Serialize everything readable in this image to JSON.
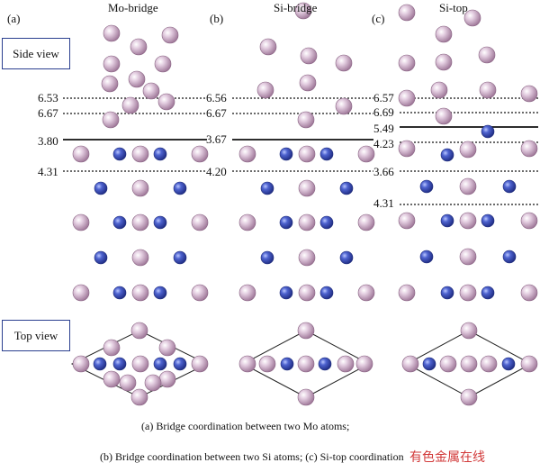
{
  "panels": [
    {
      "letter": "(a)",
      "title": "Mo-bridge"
    },
    {
      "letter": "(b)",
      "title": "Si-bridge"
    },
    {
      "letter": "(c)",
      "title": "Si-top"
    }
  ],
  "views": {
    "side": "Side view",
    "top": "Top view"
  },
  "distances": {
    "a": [
      "6.53",
      "6.67",
      "3.80",
      "4.31"
    ],
    "b": [
      "6.56",
      "6.67",
      "3.67",
      "4.20"
    ],
    "c": [
      "6.57",
      "6.69",
      "5.49",
      "4.23",
      "3.66",
      "4.31"
    ]
  },
  "captions": [
    "(a) Bridge coordination between two Mo atoms;",
    "(b) Bridge coordination between two Si atoms; (c) Si-top coordination"
  ],
  "watermark": "有色金属在线",
  "colors": {
    "mo_atom": "#c8a6c2",
    "mo_atom_edge": "#8a6584",
    "si_atom": "#3e52b8",
    "si_atom_edge": "#1f2c7a",
    "box_border": "#2a3f8f",
    "watermark": "#d23a3a"
  }
}
